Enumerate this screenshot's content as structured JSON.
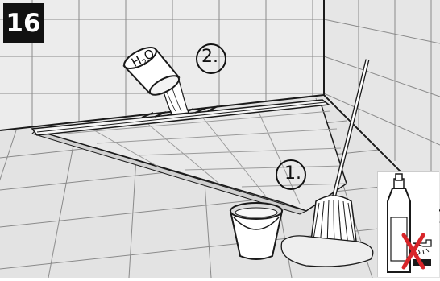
{
  "figure": {
    "step_number": "16",
    "callouts": {
      "rinse": "2.",
      "mop": "1."
    },
    "bucket_label": {
      "main": "H",
      "subscript": "2",
      "tail": "O"
    },
    "inset_icon": "no-aggressive-cleaner-icon",
    "colors": {
      "line": "#1a1a1a",
      "wall": "#ebebeb",
      "floor": "#e4e4e4",
      "badge_bg": "#111111",
      "badge_text": "#ffffff",
      "cross": "#d8262a"
    }
  }
}
